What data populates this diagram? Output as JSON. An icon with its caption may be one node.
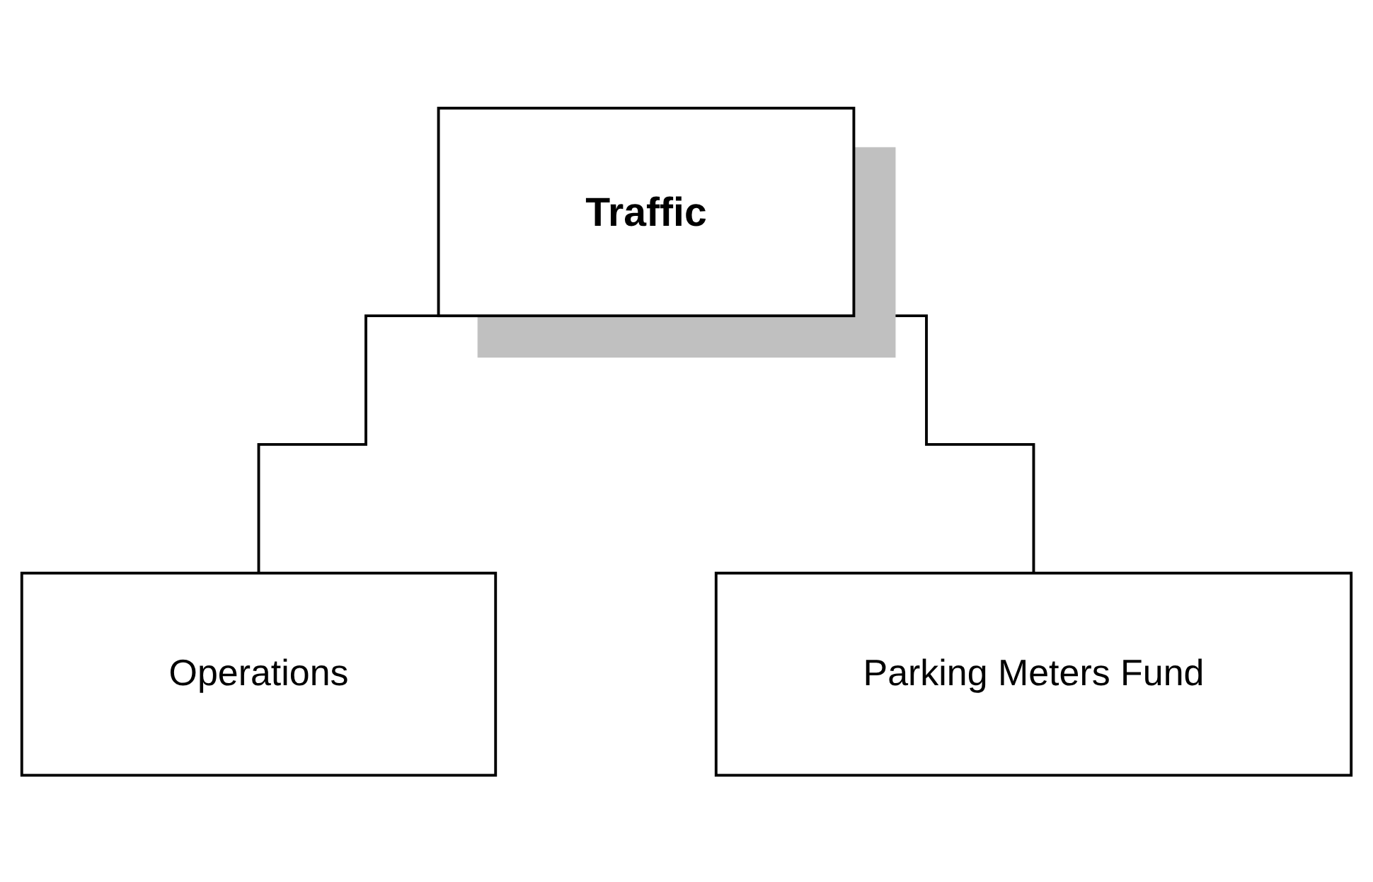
{
  "diagram": {
    "nodes": [
      {
        "text": [
          "Traffic"
        ]
      },
      {
        "text": [
          "Operations"
        ]
      },
      {
        "text": [
          "Parking Meters Fund"
        ]
      }
    ],
    "edges": [
      {
        "from": 0,
        "to": 1,
        "arrow": "none"
      },
      {
        "from": 0,
        "to": 2,
        "arrow": "none"
      }
    ]
  }
}
